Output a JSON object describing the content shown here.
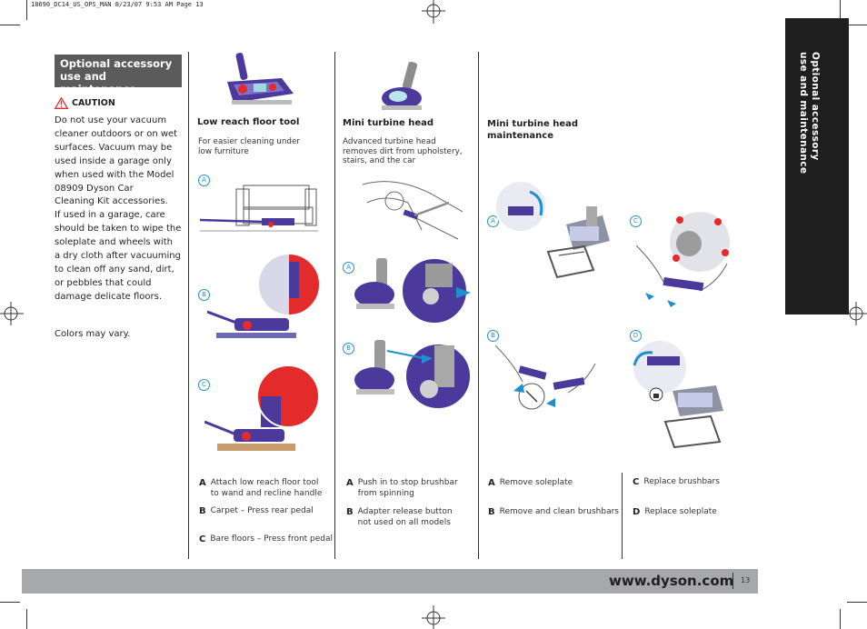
{
  "header": {
    "print_line": "18690_DC14_US_OPS_MAN  8/23/07  9:53 AM  Page 13"
  },
  "section": {
    "title_line1": "Optional accessory",
    "title_line2": "use and maintenance"
  },
  "caution": {
    "label": "CAUTION",
    "lines": [
      "Do not use your vacuum",
      "cleaner outdoors or on wet",
      "surfaces. Vacuum may be",
      "used inside a garage only",
      "when used with the Model",
      "08909 Dyson Car",
      "Cleaning Kit accessories.",
      "If used in a garage, care",
      "should be taken to wipe the",
      "soleplate and wheels with",
      "a dry cloth after vacuuming",
      "to clean off any sand, dirt,",
      "or pebbles that could",
      "damage delicate floors."
    ],
    "colors_note": "Colors may vary."
  },
  "low_reach": {
    "title": "Low reach floor tool",
    "sub_line1": "For easier cleaning under",
    "sub_line2": "low furniture",
    "fig_a": "A",
    "fig_b": "B",
    "fig_c": "C",
    "steps": [
      {
        "letter": "A",
        "line1": "Attach low reach floor tool",
        "line2": "to wand and recline handle"
      },
      {
        "letter": "B",
        "line1": "Carpet – Press rear pedal",
        "line2": ""
      },
      {
        "letter": "C",
        "line1": "Bare floors – Press front pedal",
        "line2": ""
      }
    ]
  },
  "mini_turbine": {
    "title": "Mini turbine head",
    "sub_line1": "Advanced turbine head",
    "sub_line2": "removes dirt from upholstery,",
    "sub_line3": "stairs, and the car",
    "fig_a": "A",
    "fig_b": "B",
    "steps": [
      {
        "letter": "A",
        "line1": "Push in to stop brushbar",
        "line2": "from spinning"
      },
      {
        "letter": "B",
        "line1": "Adapter release button",
        "line2": "not used on all models"
      }
    ]
  },
  "maintenance": {
    "title_line1": "Mini turbine head",
    "title_line2": "maintenance",
    "fig_a": "A",
    "fig_b": "B",
    "fig_c": "C",
    "fig_d": "D",
    "steps": [
      {
        "letter": "A",
        "text": "Remove soleplate"
      },
      {
        "letter": "B",
        "text": "Remove and clean brushbars"
      },
      {
        "letter": "C",
        "text": "Replace brushbars"
      },
      {
        "letter": "D",
        "text": "Replace soleplate"
      }
    ]
  },
  "tab": {
    "line1": "Optional accessory",
    "line2": "use and maintenance"
  },
  "footer": {
    "url": "www.dyson.com",
    "page_number": "13"
  },
  "colors": {
    "purple": "#4b3a9b",
    "red": "#e42b2b",
    "cyan": "#1f8fd0",
    "bar_gray": "#a7a8aa",
    "title_gray": "#5b5b5c"
  }
}
